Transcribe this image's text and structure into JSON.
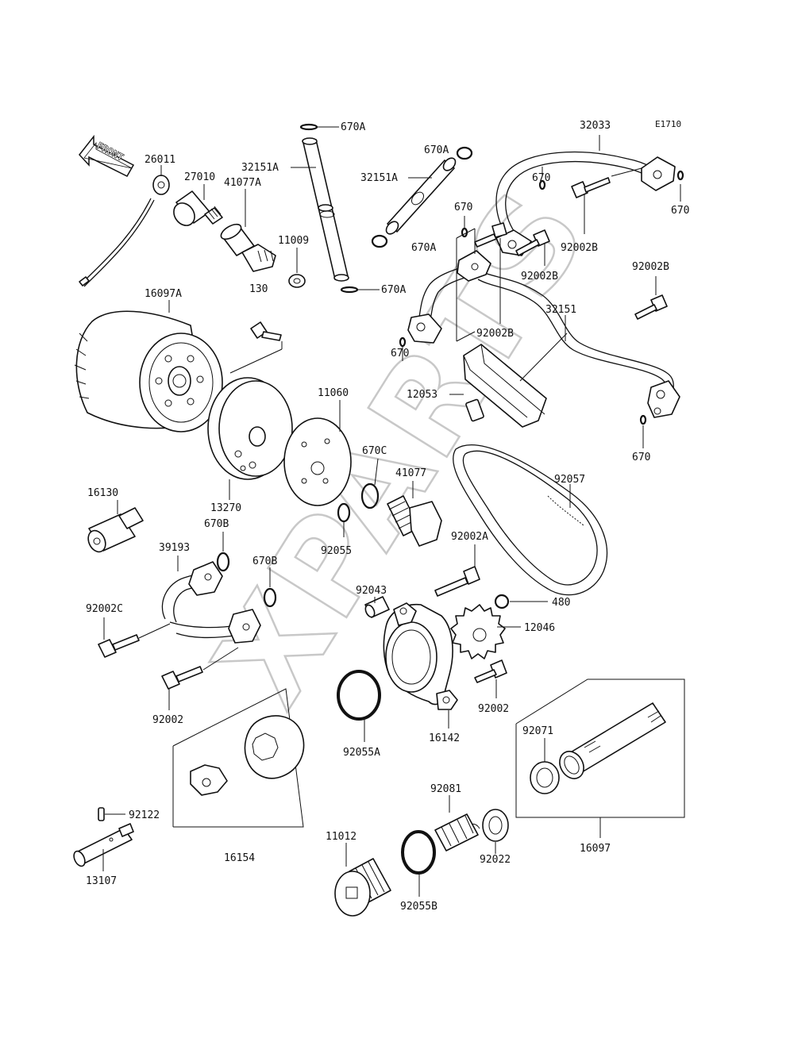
{
  "diagram_code": "E1710",
  "front_marker": "FRONT",
  "watermark": "XPARTS",
  "parts": {
    "p26011": "26011",
    "p27010": "27010",
    "p41077A": "41077A",
    "p130": "130",
    "p11009": "11009",
    "p32151A_left": "32151A",
    "p670A_top": "670A",
    "p670A_bottom": "670A",
    "p670A_right_top": "670A",
    "p32151A_right": "32151A",
    "p670A_right_bottom": "670A",
    "p32033": "32033",
    "p670_top": "670",
    "p670_right": "670",
    "p670_mid": "670",
    "p92002B_top": "92002B",
    "p92002B_mid": "92002B",
    "p92002B_right": "92002B",
    "p92002B_low": "92002B",
    "p32151": "32151",
    "p670_left": "670",
    "p12053": "12053",
    "p670_bottom": "670",
    "p16097A": "16097A",
    "p11060": "11060",
    "p670C": "670C",
    "p41077": "41077",
    "p92057": "92057",
    "p16130": "16130",
    "p13270": "13270",
    "p670B_top": "670B",
    "p39193": "39193",
    "p670B_mid": "670B",
    "p92055": "92055",
    "p92002A": "92002A",
    "p92043": "92043",
    "p480": "480",
    "p12046": "12046",
    "p92002C": "92002C",
    "p92002_left": "92002",
    "p92002_right": "92002",
    "p16142": "16142",
    "p92055A": "92055A",
    "p92071": "92071",
    "p92122": "92122",
    "p16154": "16154",
    "p13107": "13107",
    "p92081": "92081",
    "p11012": "11012",
    "p92022": "92022",
    "p92055B": "92055B",
    "p16097": "16097"
  }
}
